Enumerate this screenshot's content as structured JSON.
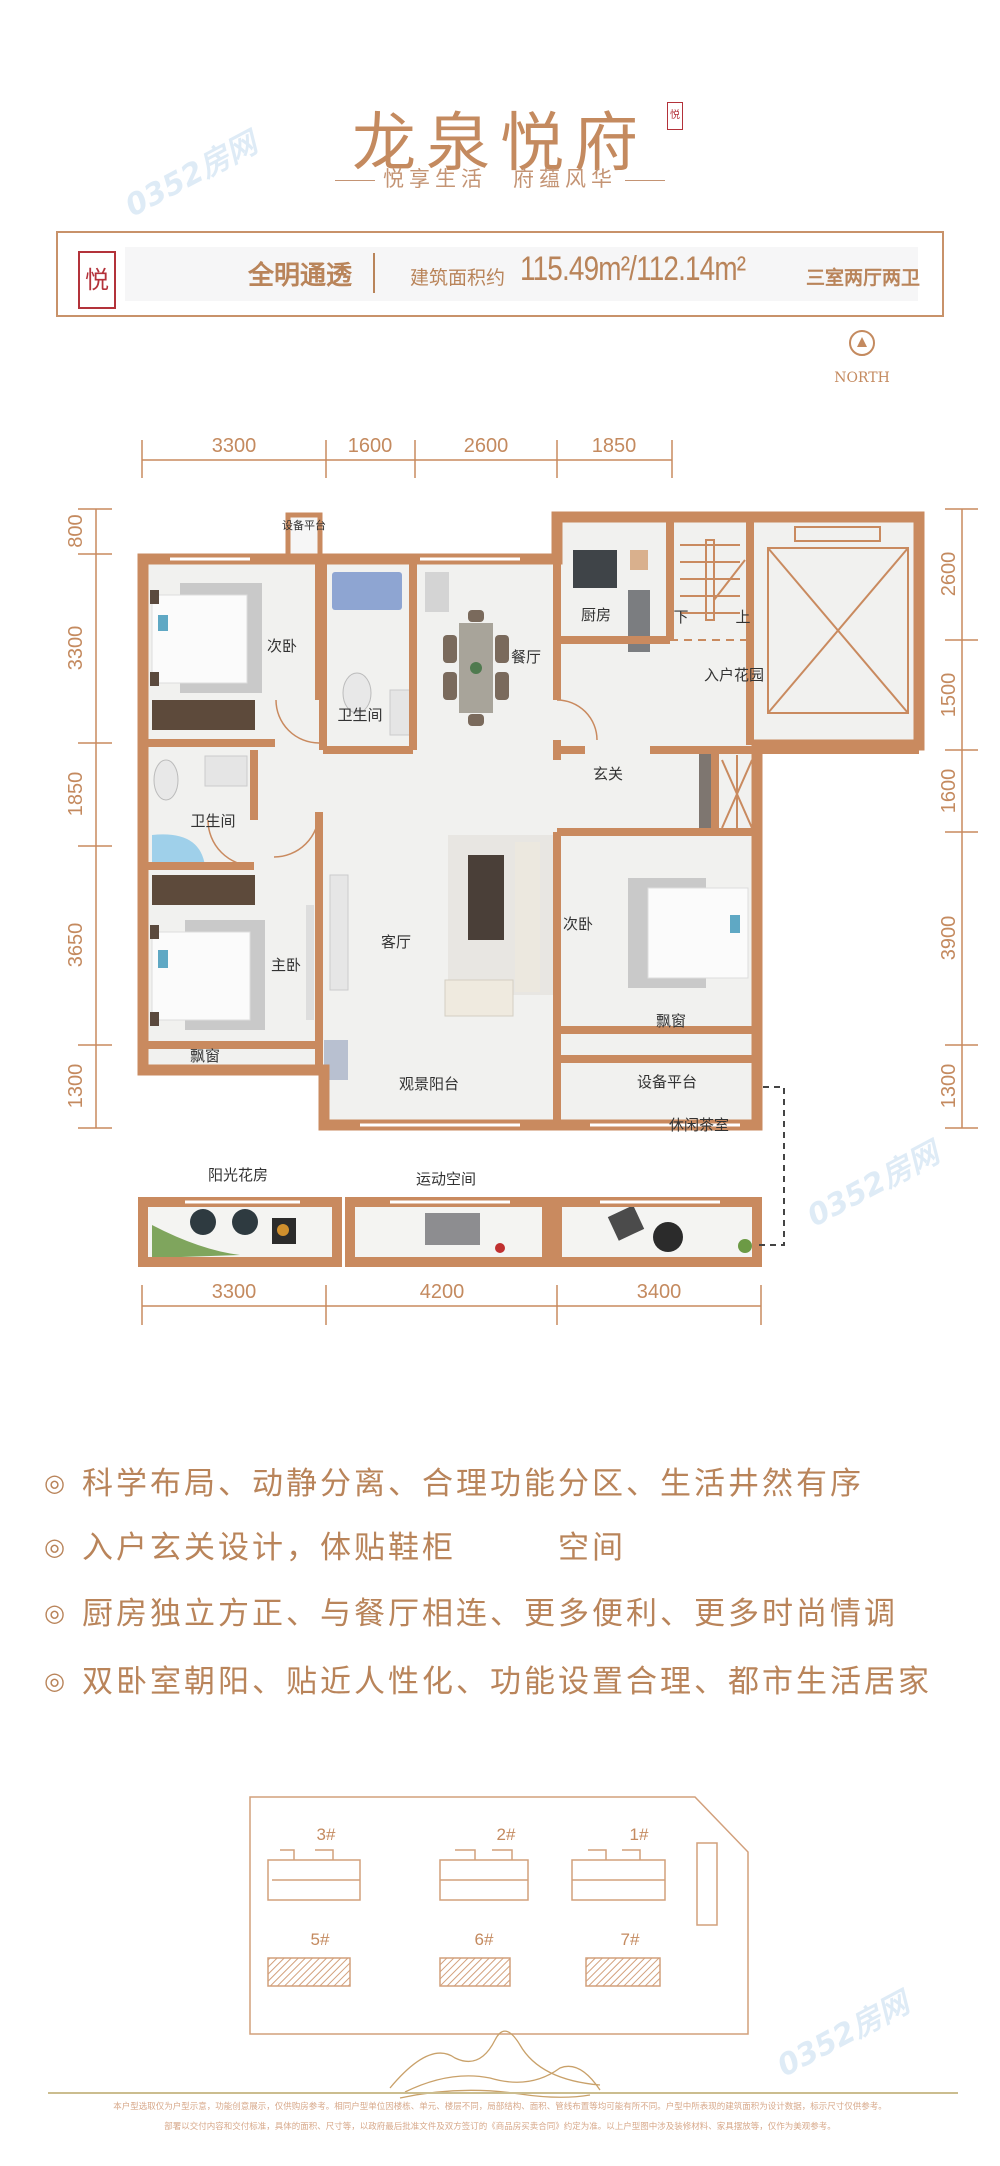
{
  "header": {
    "title": "龙泉悦府",
    "seal": "悦",
    "subtitle": "悦享生活　府蕴风华"
  },
  "info": {
    "seal": "悦",
    "feature": "全明通透",
    "area_label": "建筑面积约",
    "area_value": "115.49m²/112.14m²",
    "layout": "三室两厅两卫"
  },
  "compass": {
    "label": "NORTH"
  },
  "dimensions": {
    "top": [
      "3300",
      "1600",
      "2600",
      "1850"
    ],
    "left": [
      "800",
      "3300",
      "1850",
      "3650",
      "1300"
    ],
    "right": [
      "2600",
      "1500",
      "1600",
      "3900",
      "1300"
    ],
    "bottom": [
      "3300",
      "4200",
      "3400"
    ]
  },
  "rooms": {
    "equipment_top": "设备平台",
    "second_bedroom_1": "次卧",
    "bathroom_1": "卫生间",
    "dining": "餐厅",
    "kitchen": "厨房",
    "stair_down": "下",
    "stair_up": "上",
    "entry_garden": "入户花园",
    "foyer": "玄关",
    "bathroom_2": "卫生间",
    "master_bedroom": "主卧",
    "living": "客厅",
    "second_bedroom_2": "次卧",
    "bay_window_right": "飘窗",
    "bay_window_left": "飘窗",
    "view_balcony": "观景阳台",
    "equipment_right": "设备平台",
    "sun_room": "阳光花房",
    "exercise_space": "运动空间",
    "tea_room": "休闲茶室"
  },
  "features": [
    "科学布局、动静分离、合理功能分区、生活井然有序",
    "入户玄关设计，体贴鞋柜　　　空间",
    "厨房独立方正、与餐厅相连、更多便利、更多时尚情调",
    "双卧室朝阳、贴近人性化、功能设置合理、都市生活居家"
  ],
  "feature_bullet": "◎",
  "site_plan": {
    "buildings": [
      "3#",
      "2#",
      "1#",
      "5#",
      "6#",
      "7#"
    ]
  },
  "disclaimer": [
    "本户型选取仅为户型示意，功能创意展示，仅供购房参考。相同户型单位因楼栋、单元、楼层不同，局部结构、面积、管线布置等均可能有所不同。户型中所表现的建筑面积为设计数据，标示尺寸仅供参考。",
    "部署以交付内容和交付标准，具体的面积、尺寸等，以政府最后批准文件及双方签订的《商品房买卖合同》约定为准。以上户型图中涉及装修材料、家具摆放等，仅作为美观参考。"
  ],
  "watermark": "0352房网",
  "colors": {
    "wall": "#c98a5f",
    "text": "#b9845a",
    "seal": "#b3323a"
  }
}
